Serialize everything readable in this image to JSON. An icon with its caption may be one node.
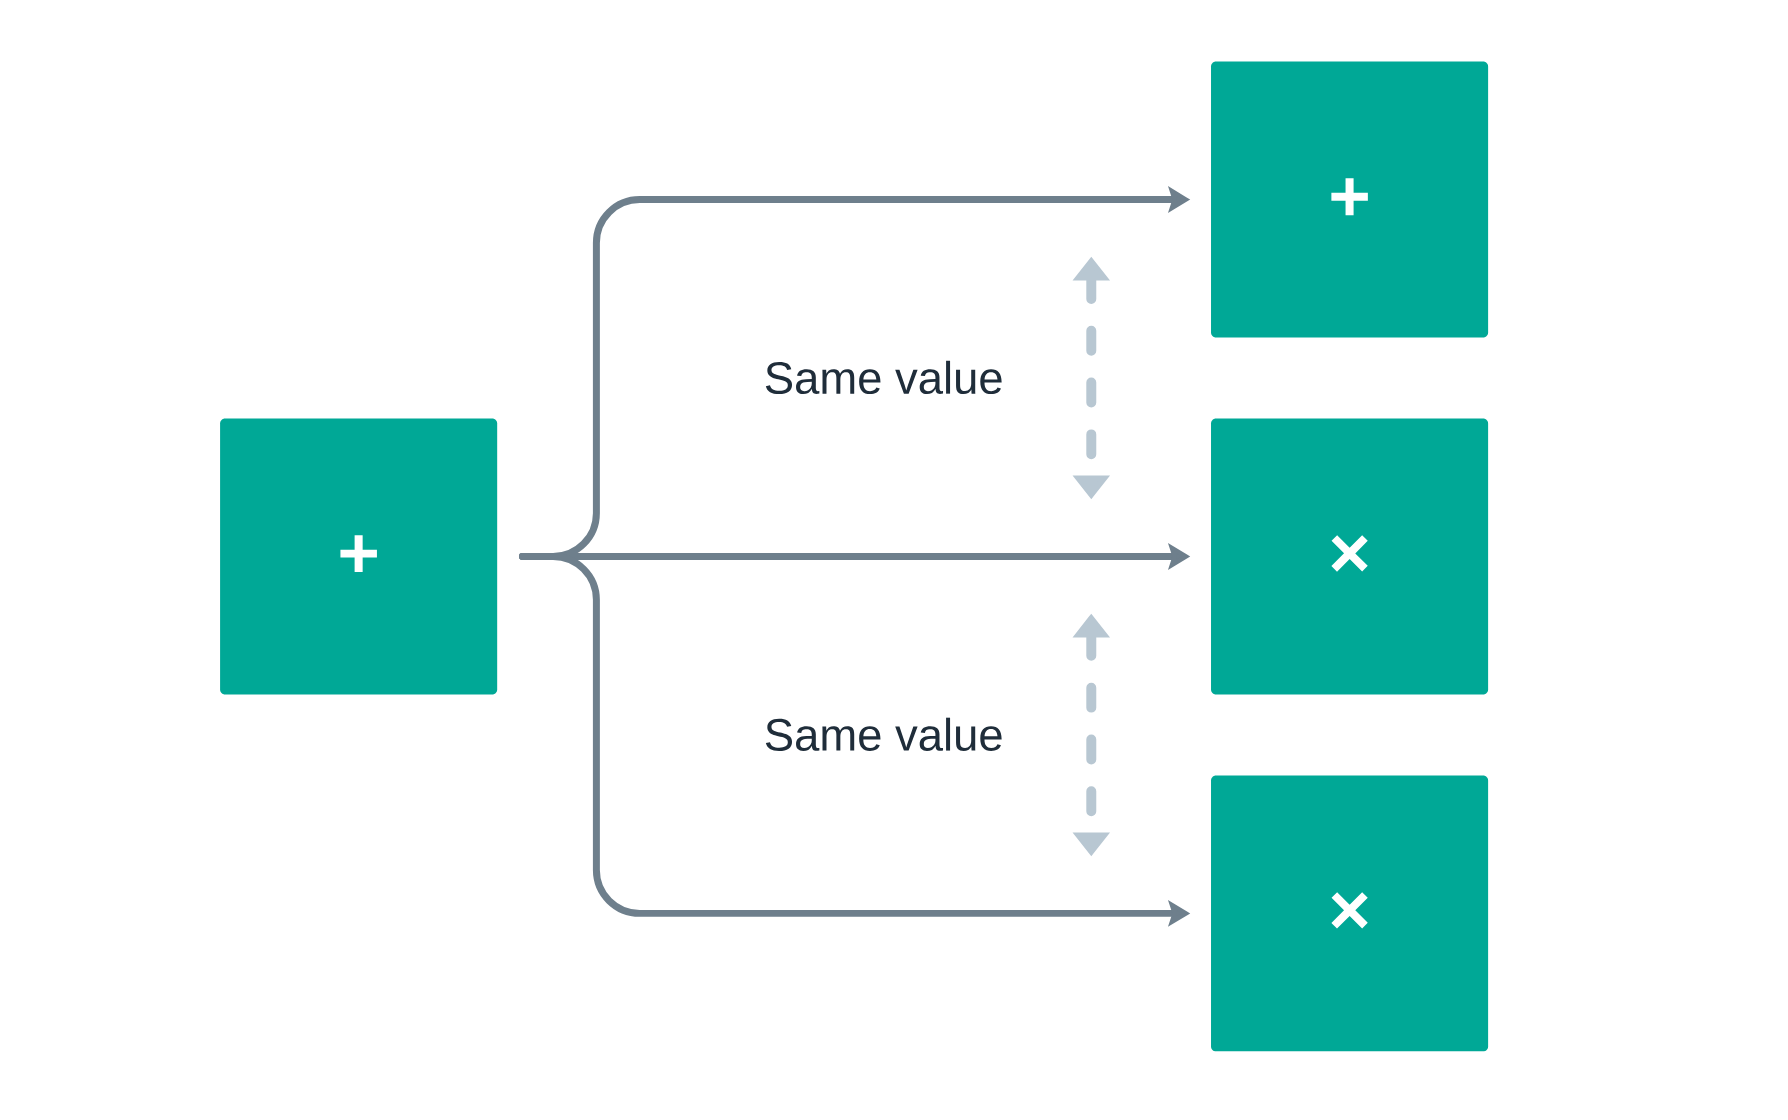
{
  "diagram": {
    "nodes": [
      {
        "text": [
          "+"
        ]
      },
      {
        "text": [
          "+"
        ]
      },
      {
        "text": [
          "×"
        ]
      },
      {
        "text": [
          "×"
        ]
      }
    ],
    "edges": [
      {
        "from": 0,
        "to": 1,
        "arrow": "to"
      },
      {
        "from": 0,
        "to": 2,
        "arrow": "to"
      },
      {
        "from": 0,
        "to": 3,
        "arrow": "to"
      }
    ],
    "labels": [
      "Same value",
      "Same value"
    ]
  }
}
